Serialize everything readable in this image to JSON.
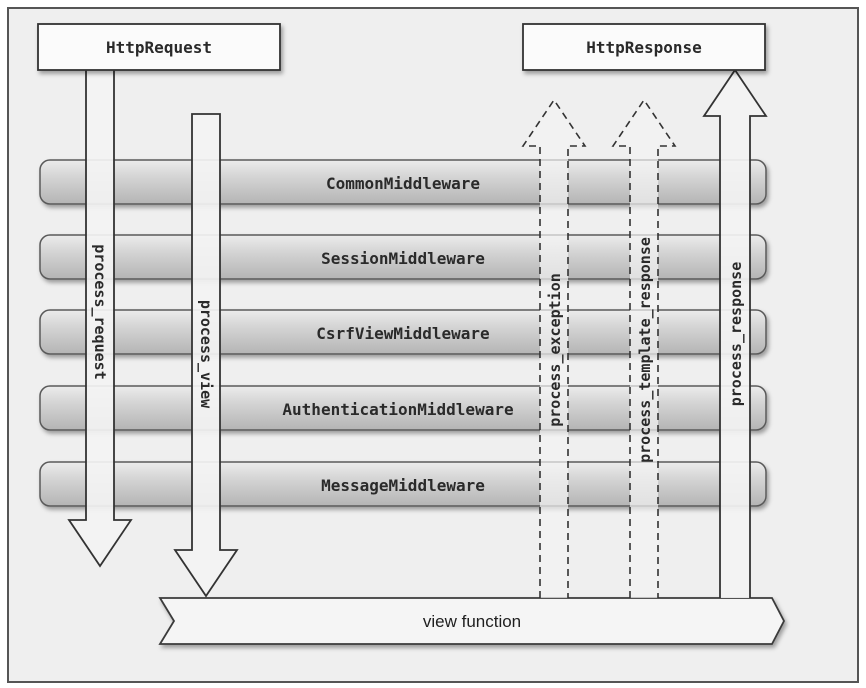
{
  "boxes": {
    "request_label": "HttpRequest",
    "response_label": "HttpResponse"
  },
  "middleware": [
    "CommonMiddleware",
    "SessionMiddleware",
    "CsrfViewMiddleware",
    "AuthenticationMiddleware",
    "MessageMiddleware"
  ],
  "arrows": {
    "process_request": "process_request",
    "process_view": "process_view",
    "process_exception": "process_exception",
    "process_template_response": "process_template_response",
    "process_response": "process_response"
  },
  "view_function": "view function",
  "colors": {
    "frame_bg": "#efefef",
    "band_top": "#e9e9e9",
    "band_bottom": "#b9b9b9",
    "stroke": "#3a3a3a",
    "arrow_fill": "#f3f3f3"
  }
}
